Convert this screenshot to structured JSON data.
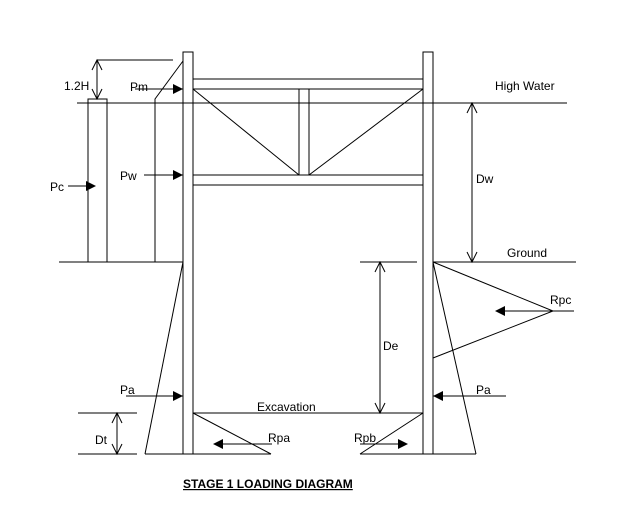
{
  "labels": {
    "high_water": "High Water",
    "ground": "Ground",
    "excavation": "Excavation",
    "h12": "1.2H",
    "pm": "Pm",
    "pw": "Pw",
    "pc": "Pc",
    "dw": "Dw",
    "de": "De",
    "dt": "Dt",
    "rpc": "Rpc",
    "pa_left": "Pa",
    "pa_right": "Pa",
    "rpa": "Rpa",
    "rpb": "Rpb"
  },
  "title": "STAGE 1 LOADING DIAGRAM"
}
